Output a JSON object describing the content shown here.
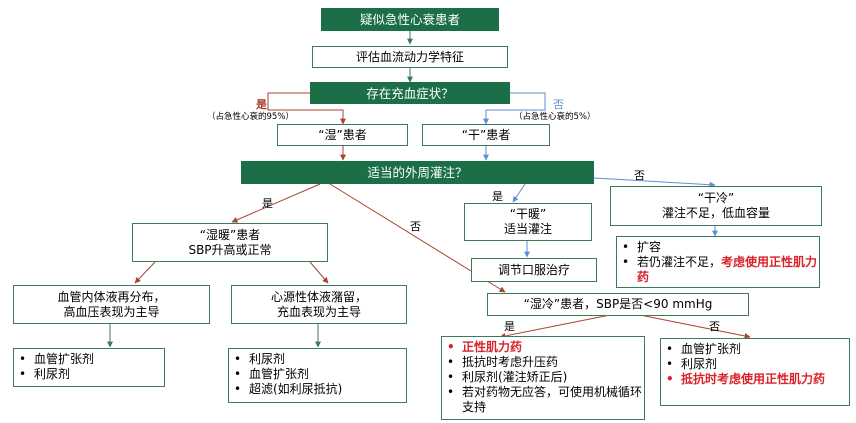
{
  "colors": {
    "green": "#1b6e46",
    "arrow_red": "#a5452f",
    "arrow_blue": "#5b8fd6",
    "emphasis_red": "#d9232a"
  },
  "top_box": "疑似急性心衰患者",
  "assess_box": "评估血流动力学特征",
  "congestion_box": "存在充血症状？",
  "yes_label": "是",
  "yes_note": "（占急性心衰的95%）",
  "no_label": "否",
  "no_note": "（占急性心衰的5%）",
  "wet_box": "“湿”患者",
  "dry_box": "“干”患者",
  "perfusion_box": "适当的外周灌注？",
  "perf_yes_left": "是",
  "perf_no_mid": "否",
  "dry_yes": "是",
  "dry_no": "否",
  "wet_warm": {
    "line1": "“湿暖”患者",
    "line2": "SBP升高或正常"
  },
  "dry_warm": {
    "line1": "“干暖”",
    "line2": "适当灌注"
  },
  "dry_cold": {
    "line1": "“干冷”",
    "line2": "灌注不足，低血容量"
  },
  "oral_box": "调节口服治疗",
  "dry_cold_tx": {
    "item1": "扩容",
    "item2_prefix": "若仍灌注不足，",
    "item2_emph": "考虑使用正性肌力药"
  },
  "vascular_box": {
    "line1": "血管内体液再分布，",
    "line2": "高血压表现为主导"
  },
  "cardiac_box": {
    "line1": "心源性体液潴留，",
    "line2": "充血表现为主导"
  },
  "wet_cold_box": "“湿冷”患者，SBP是否<90 mmHg",
  "wc_yes": "是",
  "wc_no": "否",
  "vascular_tx": [
    "血管扩张剂",
    "利尿剂"
  ],
  "cardiac_tx": [
    "利尿剂",
    "血管扩张剂",
    "超滤(如利尿抵抗)"
  ],
  "wc_yes_tx": [
    "正性肌力药",
    "抵抗时考虑升压药",
    "利尿剂(灌注矫正后)",
    "若对药物无应答，可使用机械循环支持"
  ],
  "wc_no_tx": [
    "血管扩张剂",
    "利尿剂",
    "抵抗时考虑使用正性肌力药"
  ]
}
